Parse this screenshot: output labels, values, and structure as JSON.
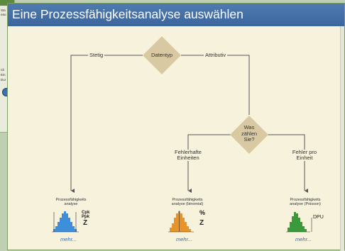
{
  "background_window": {
    "text_lines": [
      "Sta",
      "eau",
      "Cli",
      "Ein",
      "Dur"
    ]
  },
  "dialog": {
    "title": "Eine Prozessfähigkeitsanalyse auswählen"
  },
  "flowchart": {
    "decision_datatype": "Datentyp",
    "branch_left": "Stetig",
    "branch_right": "Attributiv",
    "decision_count_lines": [
      "Was",
      "zählen",
      "Sie?"
    ],
    "branch_defects_lines": [
      "Fehlerhafte",
      "Einheiten"
    ],
    "branch_per_unit_lines": [
      "Fehler pro",
      "Einheit"
    ],
    "colors": {
      "line": "#555555",
      "diamond": "#d8c9a3",
      "normal_hist": "#3d8fdc",
      "binomial_hist": "#e8932a",
      "poisson_hist": "#3a9a3a"
    }
  },
  "cards": [
    {
      "title_lines": [
        "Prozessfähigkeits",
        "analyse"
      ],
      "stats": [
        "Cpk",
        "Ppk"
      ],
      "symbol": "Z",
      "more": "mehr..."
    },
    {
      "title_lines": [
        "Prozessfähigkeits",
        "analyse (binomial)"
      ],
      "stats": [
        "%"
      ],
      "symbol": "Z",
      "more": "mehr..."
    },
    {
      "title_lines": [
        "Prozessfähigkeits",
        "analyse (Poisson)"
      ],
      "stats": [
        "DPU"
      ],
      "more": "mehr..."
    }
  ]
}
